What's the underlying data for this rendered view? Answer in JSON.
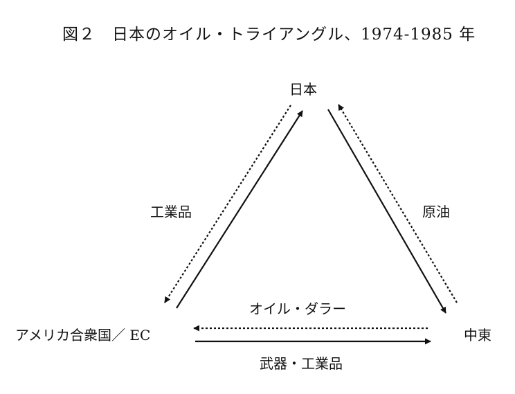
{
  "figure": {
    "title": "図２　日本のオイル・トライアングル、1974-1985 年"
  },
  "nodes": {
    "japan": "日本",
    "middle_east": "中東",
    "usa_ec": "アメリカ合衆国／ EC"
  },
  "edges": {
    "usa_japan": "工業品",
    "mideast_japan": "原油",
    "mideast_usa": "オイル・ダラー",
    "usa_mideast": "武器・工業品"
  }
}
